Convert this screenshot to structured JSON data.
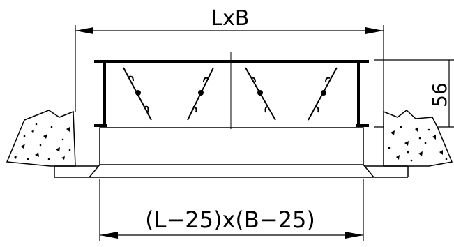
{
  "dimensions": {
    "top_label": "LxB",
    "bottom_label": "(L−25)x(B−25)",
    "side_label": "56"
  },
  "colors": {
    "line": "#000000",
    "background": "#ffffff"
  }
}
